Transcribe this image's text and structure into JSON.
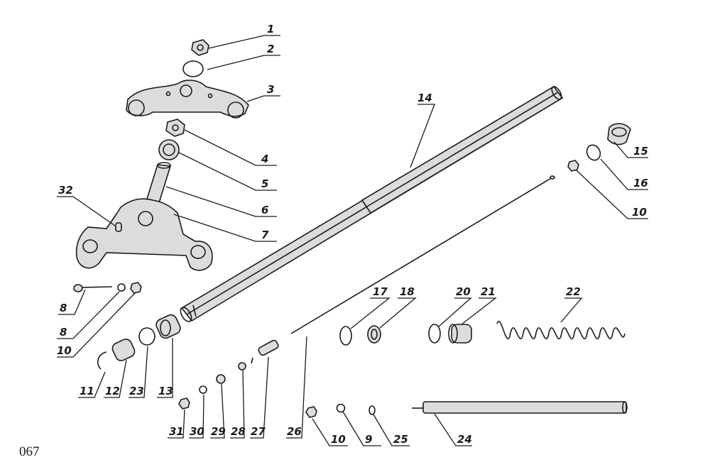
{
  "page_number": "067",
  "callouts": [
    {
      "id": "c1",
      "text": "1"
    },
    {
      "id": "c2",
      "text": "2"
    },
    {
      "id": "c3",
      "text": "3"
    },
    {
      "id": "c4",
      "text": "4"
    },
    {
      "id": "c5",
      "text": "5"
    },
    {
      "id": "c6",
      "text": "6"
    },
    {
      "id": "c7",
      "text": "7"
    },
    {
      "id": "c32",
      "text": "32"
    },
    {
      "id": "c8a",
      "text": "8"
    },
    {
      "id": "c8b",
      "text": "8"
    },
    {
      "id": "c10a",
      "text": "10"
    },
    {
      "id": "c14",
      "text": "14"
    },
    {
      "id": "c15",
      "text": "15"
    },
    {
      "id": "c16",
      "text": "16"
    },
    {
      "id": "c10b",
      "text": "10"
    },
    {
      "id": "c17",
      "text": "17"
    },
    {
      "id": "c18",
      "text": "18"
    },
    {
      "id": "c20",
      "text": "20"
    },
    {
      "id": "c21",
      "text": "21"
    },
    {
      "id": "c22",
      "text": "22"
    },
    {
      "id": "c11",
      "text": "11"
    },
    {
      "id": "c12",
      "text": "12"
    },
    {
      "id": "c23",
      "text": "23"
    },
    {
      "id": "c13",
      "text": "13"
    },
    {
      "id": "c31",
      "text": "31"
    },
    {
      "id": "c30",
      "text": "30"
    },
    {
      "id": "c29",
      "text": "29"
    },
    {
      "id": "c28",
      "text": "28"
    },
    {
      "id": "c27",
      "text": "27"
    },
    {
      "id": "c26",
      "text": "26"
    },
    {
      "id": "c10c",
      "text": "10"
    },
    {
      "id": "c9",
      "text": "9"
    },
    {
      "id": "c25",
      "text": "25"
    },
    {
      "id": "c24",
      "text": "24"
    }
  ]
}
